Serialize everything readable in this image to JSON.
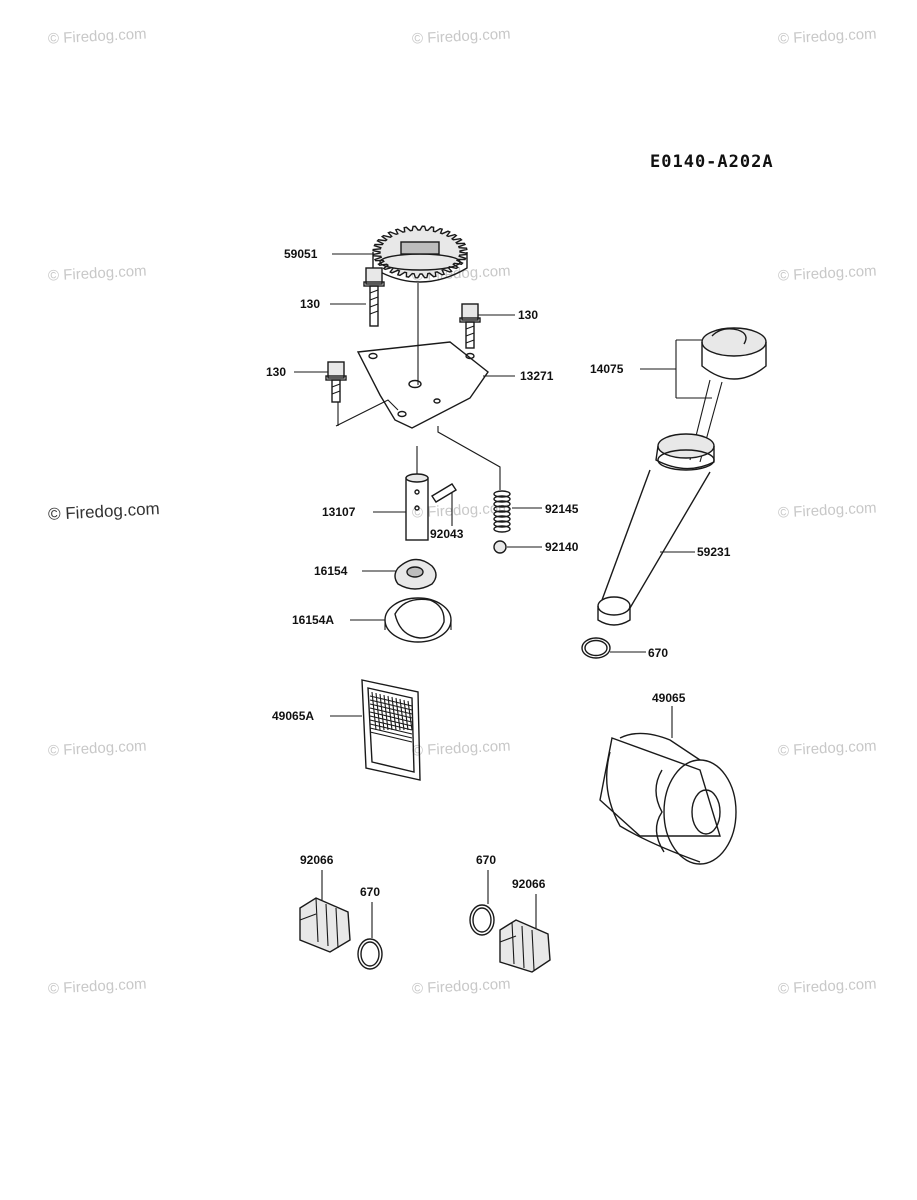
{
  "diagram_code": "E0140-A202A",
  "watermark_text": "© Firedog.com",
  "parts": {
    "gear": "59051",
    "bolt_a": "130",
    "bolt_b": "130",
    "bolt_c": "130",
    "cover": "13271",
    "shaft": "13107",
    "pin": "92043",
    "spring": "92145",
    "ball": "92140",
    "inner_rotor": "16154",
    "outer_rotor": "16154A",
    "strainer": "49065A",
    "dipstick": "14075",
    "tube": "59231",
    "tube_oring": "670",
    "filter": "49065",
    "plug_left": "92066",
    "oring_left": "670",
    "oring_right": "670",
    "plug_right": "92066"
  }
}
